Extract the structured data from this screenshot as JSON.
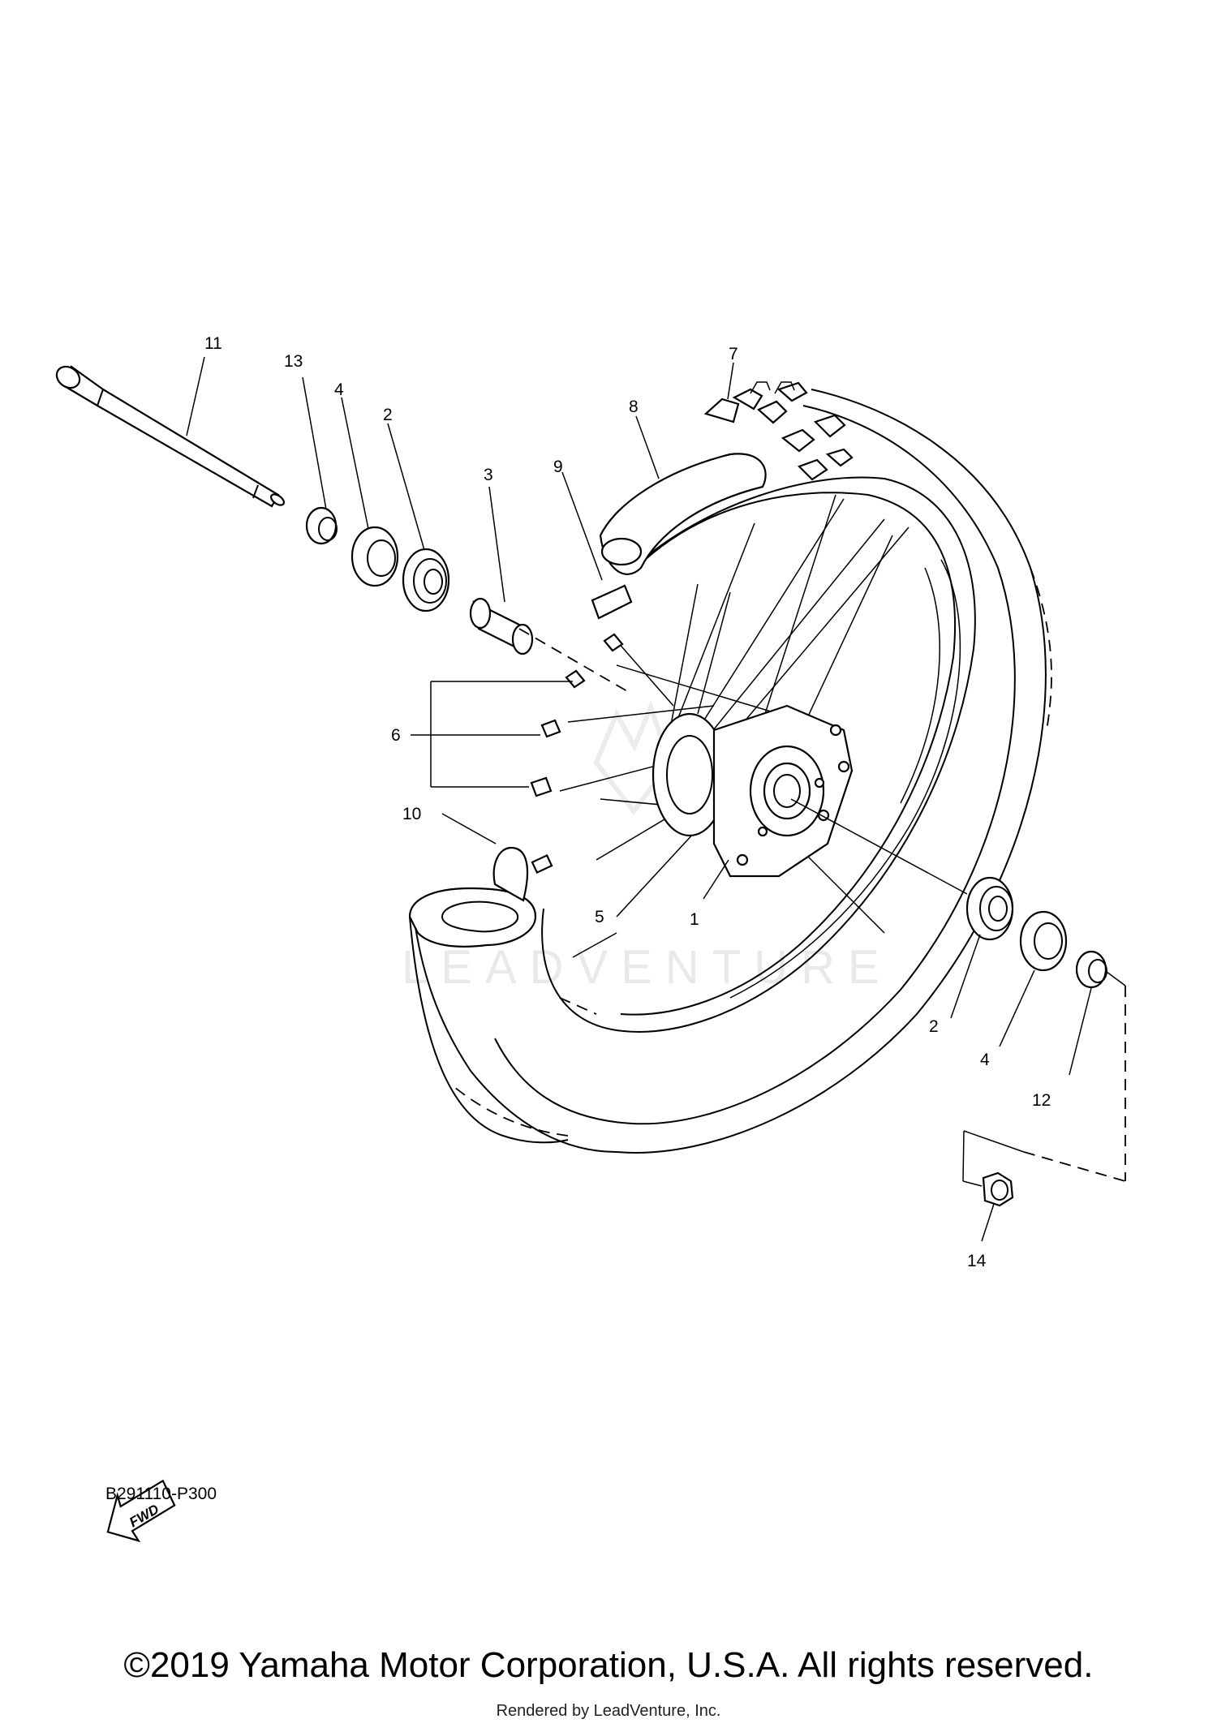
{
  "diagram": {
    "code": "B291110-P300",
    "callouts": {
      "c1": "1",
      "c2a": "2",
      "c2b": "2",
      "c3": "3",
      "c4a": "4",
      "c4b": "4",
      "c5": "5",
      "c6": "6",
      "c7": "7",
      "c8": "8",
      "c9": "9",
      "c10": "10",
      "c11": "11",
      "c12": "12",
      "c13": "13",
      "c14": "14"
    },
    "fwd_label": "FWD",
    "watermark": "LEADVENTURE"
  },
  "footer": {
    "copyright": "©2019 Yamaha Motor Corporation, U.S.A. All rights reserved.",
    "rendered_by": "Rendered by LeadVenture, Inc."
  }
}
